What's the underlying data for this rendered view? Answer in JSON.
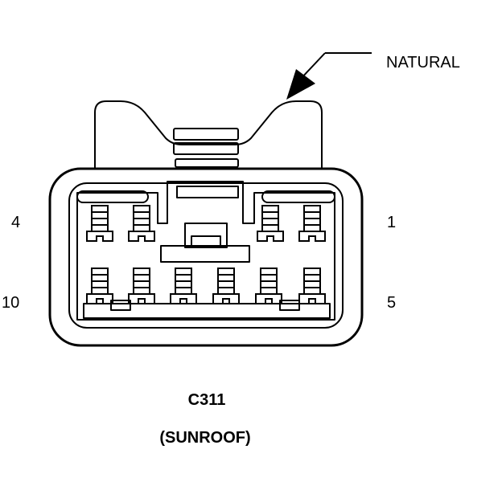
{
  "connector": {
    "id": "C311",
    "name": "(SUNROOF)",
    "color_label": "NATURAL"
  },
  "pin_labels": {
    "top_left": "4",
    "top_right": "1",
    "bottom_left": "10",
    "bottom_right": "5"
  },
  "colors": {
    "line": "#000000",
    "background": "#ffffff"
  }
}
